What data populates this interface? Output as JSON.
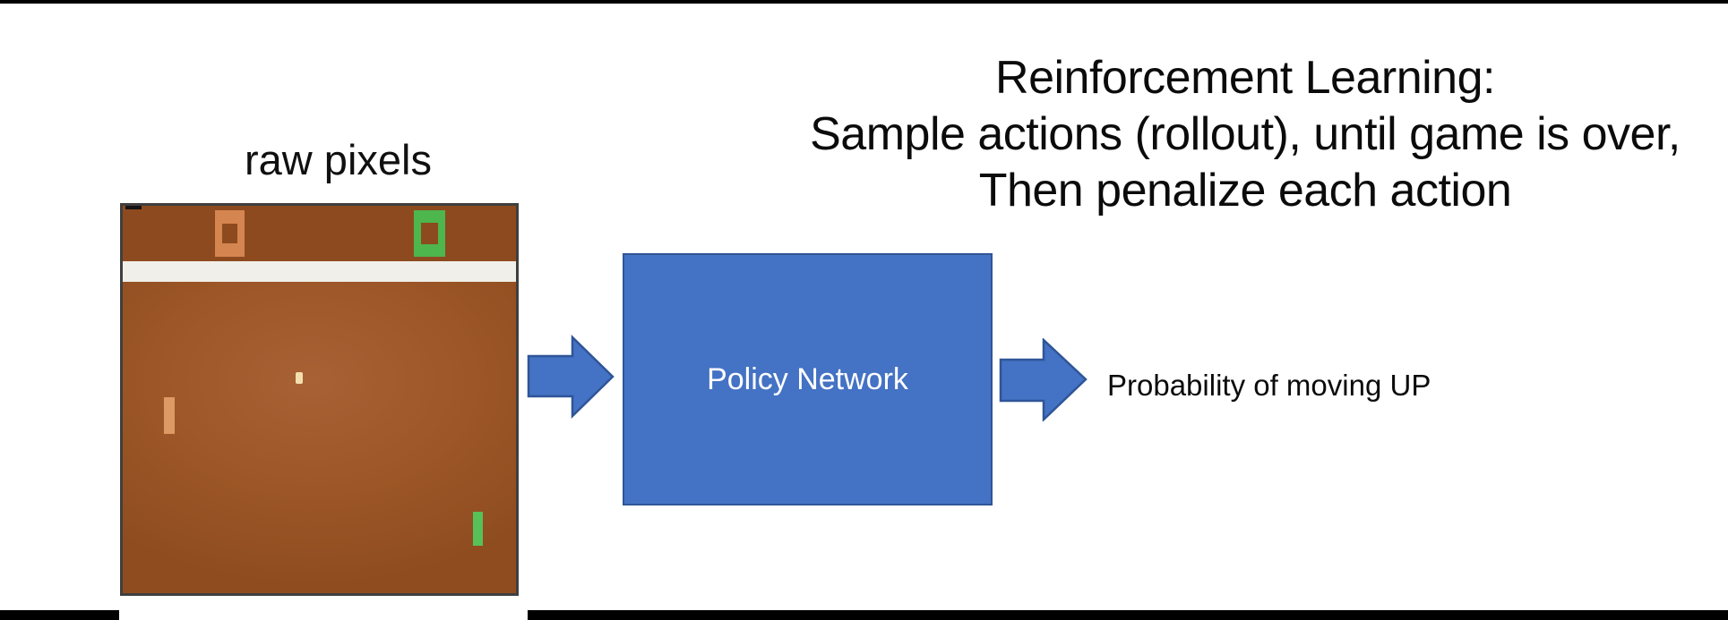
{
  "title": {
    "line1": "Reinforcement Learning:",
    "line2": "Sample actions (rollout), until game is over,",
    "line3": "Then penalize each action"
  },
  "diagram": {
    "raw_pixels_label": "raw pixels",
    "policy_network_label": "Policy Network",
    "output_label": "Probability of moving UP"
  },
  "game": {
    "name": "pong-screenshot",
    "left_score": "0",
    "right_score": "0"
  },
  "colors": {
    "blue_fill": "#4472C4",
    "blue_border": "#2F5597",
    "field_brown": "#9C5627",
    "score_brown": "#8D4A1E",
    "band_white": "#F0EFE9",
    "orange": "#D5854F",
    "paddle_orange": "#DD9A64",
    "ball_cream": "#F3DFAD",
    "green": "#4DB64D",
    "paddle_green": "#57C157",
    "border_dark": "#3F3F3F",
    "bar_black": "#000000"
  }
}
